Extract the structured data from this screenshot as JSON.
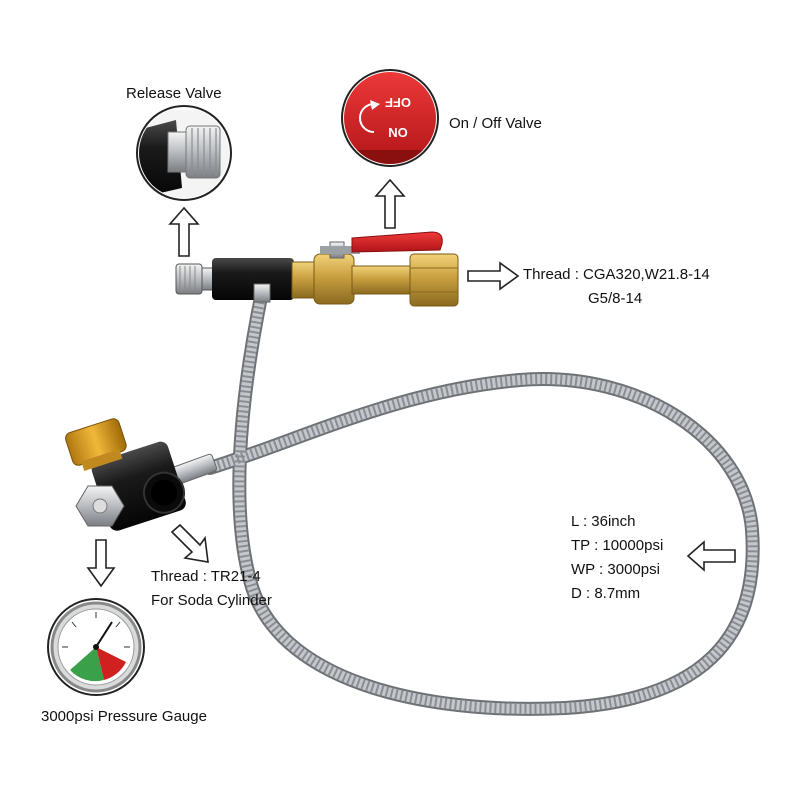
{
  "callouts": {
    "release_valve": "Release Valve",
    "on_off_valve": "On / Off Valve",
    "thread_top_line1": "Thread : CGA320,W21.8-14",
    "thread_top_line2": "G5/8-14",
    "thread_bottom_line1": "Thread : TR21-4",
    "thread_bottom_line2": "For Soda Cylinder",
    "gauge": "3000psi Pressure Gauge"
  },
  "specs": {
    "length": "L : 36inch",
    "test_pressure": "TP : 10000psi",
    "working_pressure": "WP : 3000psi",
    "diameter": "D : 8.7mm"
  },
  "valve_lever_text": {
    "off": "OFF",
    "on": "ON"
  },
  "colors": {
    "valve_red": "#d9202a",
    "brass": "#c9a040",
    "anodized_gold": "#e0a21a",
    "body_black": "#1a1a1a",
    "steel_braid": "#b8bcc0",
    "gauge_green": "#3aa04a",
    "gauge_red": "#d02020"
  }
}
